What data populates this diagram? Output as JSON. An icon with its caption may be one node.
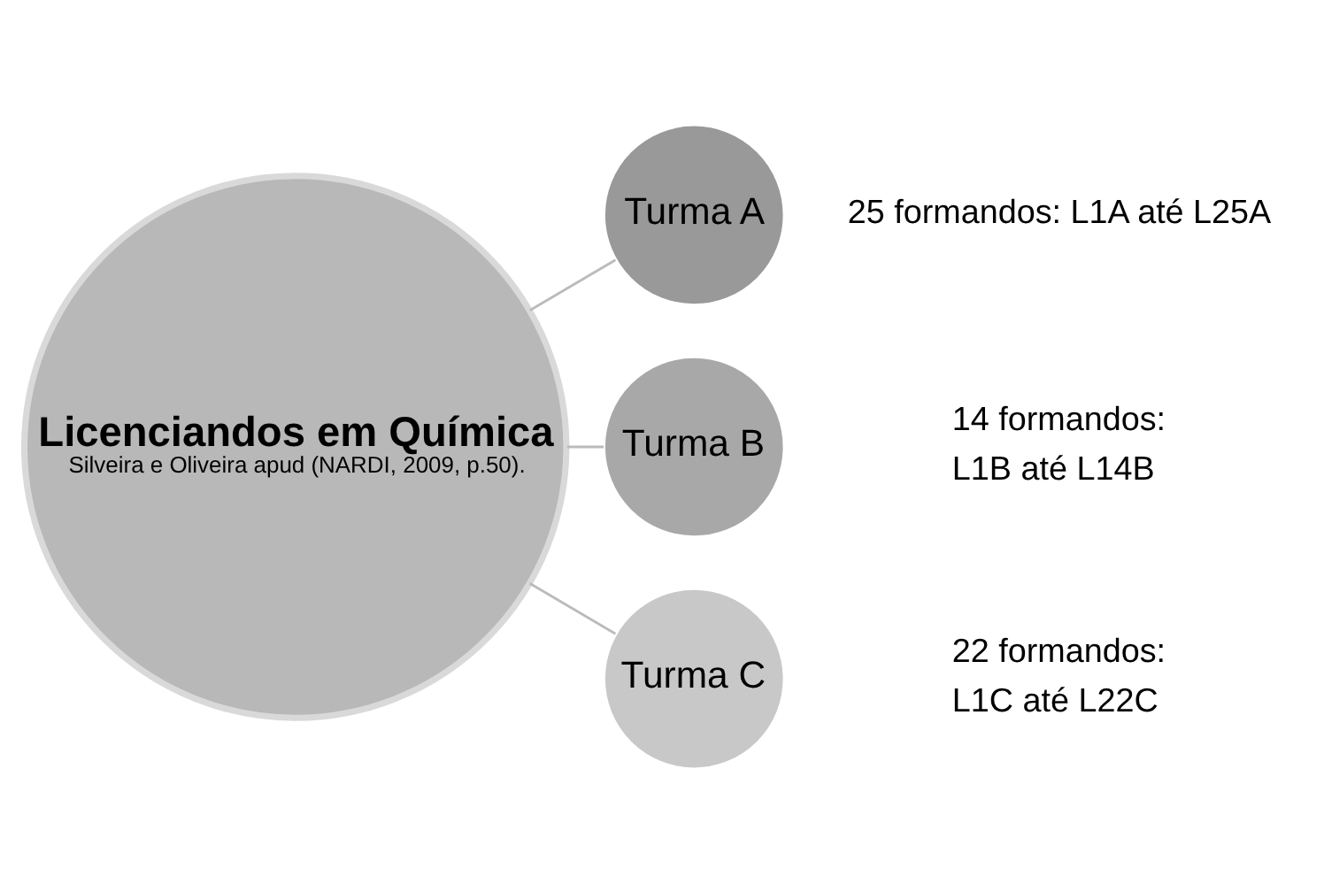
{
  "diagram": {
    "nodes": [
      {
        "text": [
          "Licenciandos em Química",
          "Silveira e Oliveira apud (NARDI, 2009, p.50)."
        ]
      },
      {
        "text": [
          "Turma A"
        ],
        "beside": [
          "25 formandos: L1A até L25A"
        ]
      },
      {
        "text": [
          "Turma B"
        ],
        "beside": [
          "14 formandos:",
          "L1B até L14B"
        ]
      },
      {
        "text": [
          "Turma C"
        ],
        "beside": [
          "22 formandos:",
          "L1C até L22C"
        ]
      }
    ],
    "edges": [
      {
        "from": 0,
        "to": 1,
        "arrow": "none"
      },
      {
        "from": 0,
        "to": 2,
        "arrow": "none"
      },
      {
        "from": 0,
        "to": 3,
        "arrow": "none"
      }
    ]
  }
}
